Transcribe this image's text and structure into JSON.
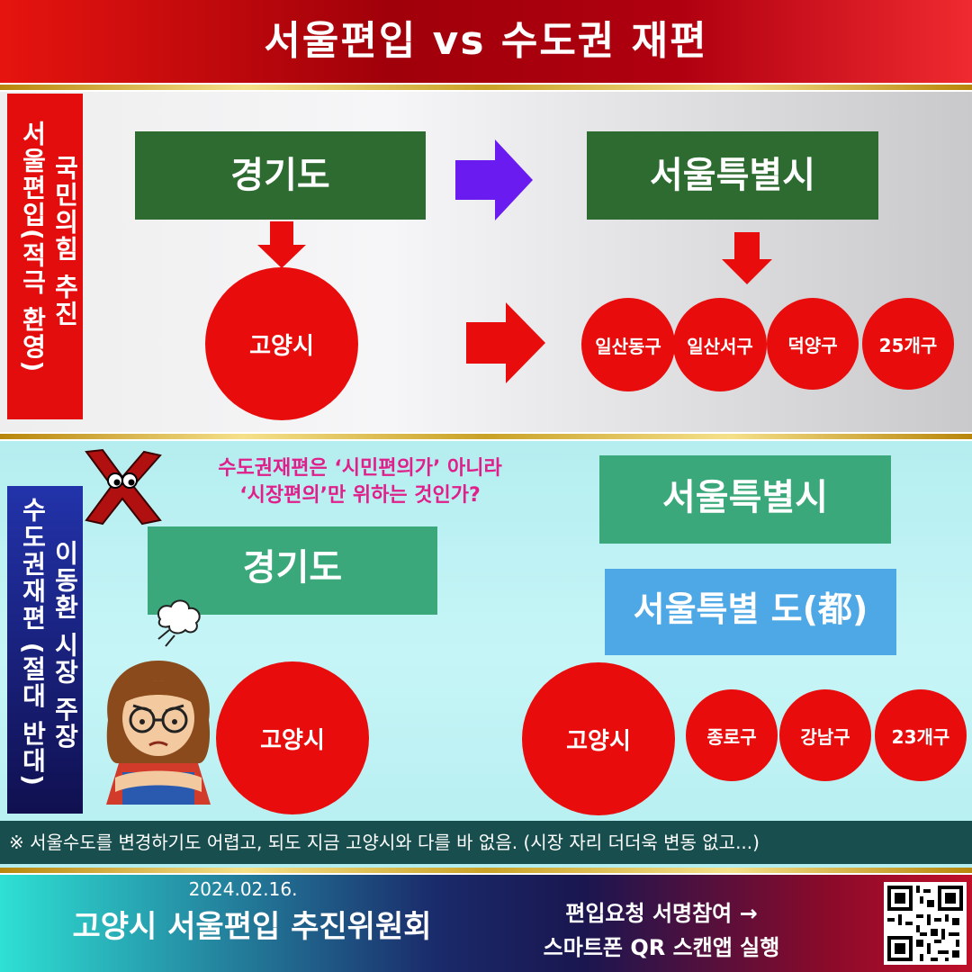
{
  "title": "서울편입 vs 수도권 재편",
  "top": {
    "side_label_1": "서울편입(적극 환영)",
    "side_label_2": "국민의힘 추진",
    "box_left": "경기도",
    "box_right": "서울특별시",
    "circle_main": "고양시",
    "circles": [
      "일산동구",
      "일산서구",
      "덕양구",
      "25개구"
    ]
  },
  "bottom": {
    "side_label_1": "수도권재편 (절대 반대)",
    "side_label_2": "이동환 시장 주장",
    "question_line1": "수도권재편은 ‘시민편의가’ 아니라",
    "question_line2": "‘시장편의’만 위하는 것인가?",
    "box_left": "경기도",
    "box_right": "서울특별시",
    "box_right2": "서울특별 도(都)",
    "circle_main": "고양시",
    "circle_main_right": "고양시",
    "circles": [
      "종로구",
      "강남구",
      "23개구"
    ]
  },
  "note": "※ 서울수도를 변경하기도 어렵고, 되도 지금 고양시와 다를 바 없음. (시장 자리 더더욱  변동 없고...)",
  "footer": {
    "date": "2024.02.16.",
    "org": "고양시 서울편입 추진위원회",
    "cta_line1": "편입요청 서명참여 →",
    "cta_line2": "스마트폰 QR 스캔앱 실행"
  },
  "colors": {
    "red": "#e80c0c",
    "dark_green": "#2d6b31",
    "teal_green": "#3aa87a",
    "sky_blue": "#4fa8e6",
    "purple_arrow": "#6a1bf0"
  }
}
